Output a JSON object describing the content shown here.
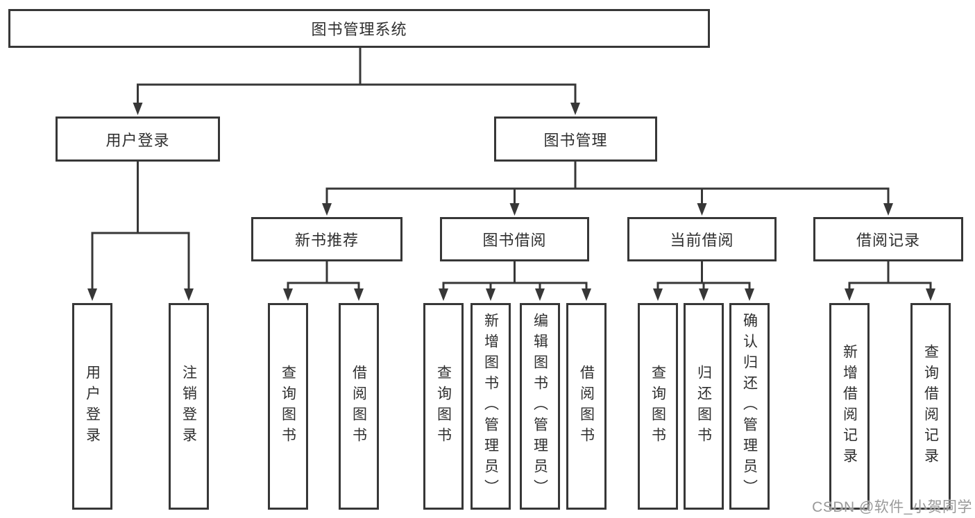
{
  "diagram_title": "图书管理系统",
  "nodes": {
    "root": "图书管理系统",
    "user_login": "用户登录",
    "book_mgmt": "图书管理",
    "new_book": "新书推荐",
    "book_borrow": "图书借阅",
    "current_borrow": "当前借阅",
    "borrow_record": "借阅记录",
    "leaf_user_login": "用户登录",
    "leaf_logout": "注销登录",
    "leaf_nb_query": "查询图书",
    "leaf_nb_borrow": "借阅图书",
    "leaf_bb_query": "查询图书",
    "leaf_bb_add": "新增图书（管理员）",
    "leaf_bb_edit": "编辑图书（管理员）",
    "leaf_bb_borrow": "借阅图书",
    "leaf_cb_query": "查询图书",
    "leaf_cb_return": "归还图书",
    "leaf_cb_confirm": "确认归还（管理员）",
    "leaf_br_add": "新增借阅记录",
    "leaf_br_query": "查询借阅记录"
  },
  "watermark": {
    "text": "CSDN @软件_小贺同学",
    "color": "#999999"
  },
  "colors": {
    "line": "#373737",
    "box_background": "#ffffff",
    "text": "#2f2f2f"
  }
}
